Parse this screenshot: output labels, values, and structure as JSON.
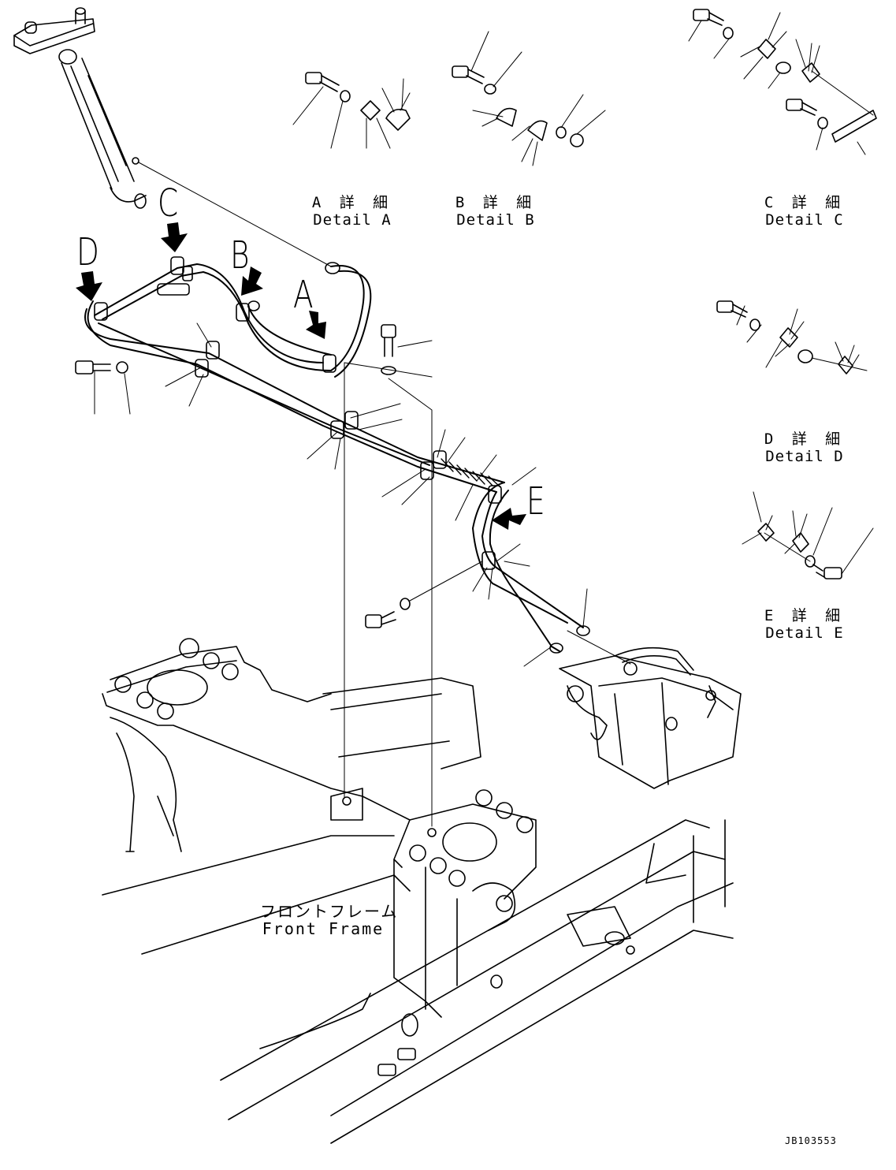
{
  "details": {
    "a": {
      "jp": "A 詳 細",
      "en": "Detail A"
    },
    "b": {
      "jp": "B 詳 細",
      "en": "Detail B"
    },
    "c": {
      "jp": "C 詳 細",
      "en": "Detail C"
    },
    "d": {
      "jp": "D 詳 細",
      "en": "Detail D"
    },
    "e": {
      "jp": "E 詳 細",
      "en": "Detail E"
    }
  },
  "callouts": {
    "a": "A",
    "b": "B",
    "c": "C",
    "d": "D",
    "e": "E"
  },
  "frame": {
    "jp": "フロントフレーム",
    "en": "Front Frame"
  },
  "doc_id": "JB103553",
  "colors": {
    "ink": "#000000",
    "paper": "#ffffff"
  }
}
